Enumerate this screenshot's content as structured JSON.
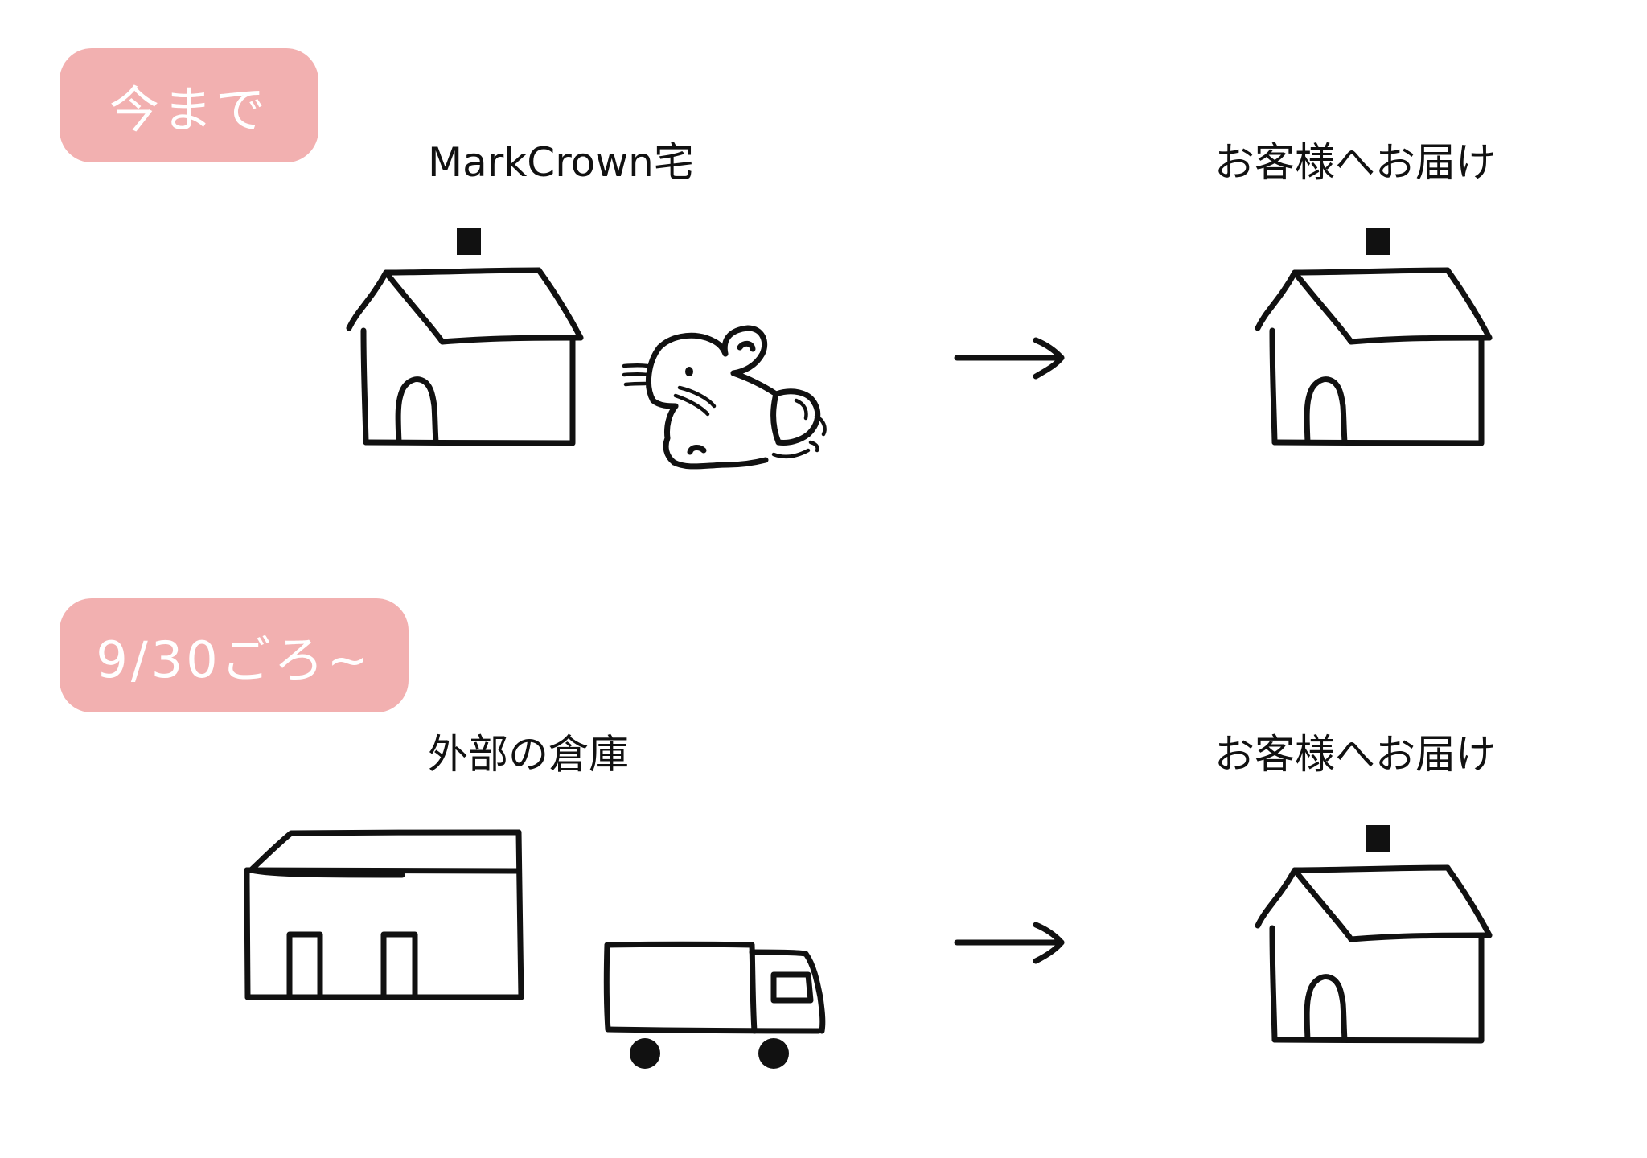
{
  "badges": {
    "before": "今まで",
    "after": "9/30ごろ~"
  },
  "labels": {
    "home": "MarkCrown宅",
    "destination_before": "お客様へお届け",
    "warehouse": "外部の倉庫",
    "destination_after": "お客様へお届け"
  },
  "colors": {
    "badge_background": "#f2b0b0",
    "badge_text": "#ffffff",
    "ink": "#111111"
  },
  "icons": {
    "home_house": "house-icon",
    "courier_animal": "chinchilla-icon",
    "arrow": "arrow-right-icon",
    "destination_house": "house-icon",
    "warehouse": "warehouse-icon",
    "delivery_truck": "truck-icon"
  }
}
